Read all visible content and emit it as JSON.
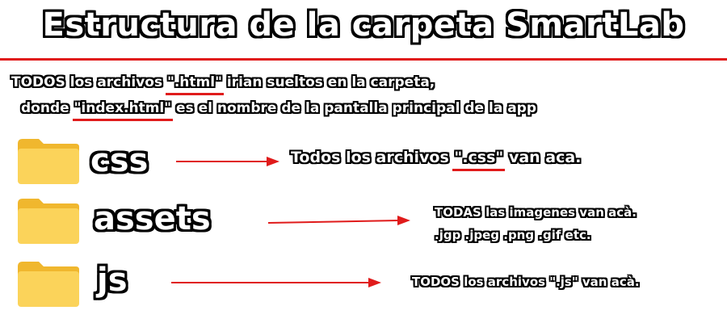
{
  "title": "Estructura de la carpeta SmartLab",
  "intro": {
    "line1_pre": "TODOS los archivos ",
    "line1_em": "\".html\"",
    "line1_post": " irian sueltos en la carpeta,",
    "line2_pre": "donde ",
    "line2_em": "\"index.html\"",
    "line2_post": " es el nombre de la pantalla principal de la app"
  },
  "folders": [
    {
      "name": "css",
      "icon": "folder-icon",
      "desc_pre": "Todos los archivos ",
      "desc_em": "\".css\"",
      "desc_post": " van aca."
    },
    {
      "name": "assets",
      "icon": "folder-icon",
      "desc_line1": "TODAS las imagenes van acà.",
      "desc_line2": ".jgp .jpeg .png .gif etc."
    },
    {
      "name": "js",
      "icon": "folder-icon",
      "desc": "TODOS los archivos \".js\" van acà."
    }
  ],
  "colors": {
    "accent": "#e01b1b",
    "folder_body": "#fbd35a",
    "folder_back": "#f0b72e",
    "outline": "#000000"
  }
}
